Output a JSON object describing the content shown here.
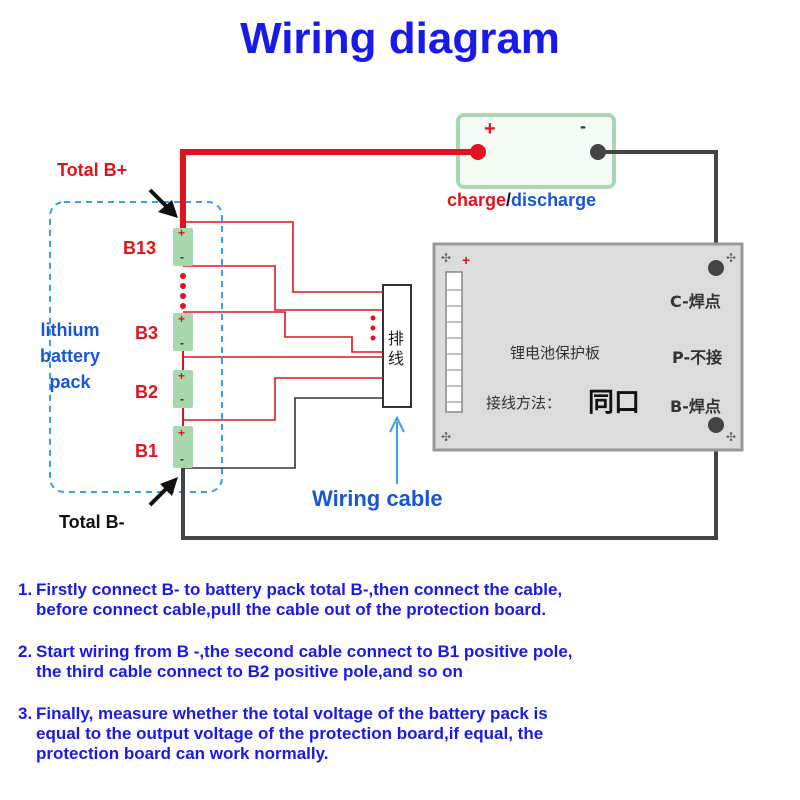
{
  "title": "Wiring diagram",
  "labels": {
    "total_b_plus": "Total B+",
    "total_b_minus": "Total B-",
    "charge": "charge",
    "slash": "/",
    "discharge": "discharge",
    "pack_line1": "lithium",
    "pack_line2": "battery",
    "pack_line3": "pack",
    "wiring_cable": "Wiring cable",
    "b13": "B13",
    "b3": "B3",
    "b2": "B2",
    "b1": "B1",
    "plus": "+",
    "minus": "-"
  },
  "connector": {
    "char1": "排",
    "char2": "线"
  },
  "board": {
    "c_pad": "C-焊点",
    "p_pad": "P-不接",
    "b_pad": "B-焊点",
    "name": "锂电池保护板",
    "method_label": "接线方法：",
    "method_value": "同口",
    "corner_plus": "+"
  },
  "steps": [
    {
      "num": "1.",
      "line1": "Firstly connect B- to battery pack total B-,then connect the cable,",
      "line2": "before connect cable,pull the cable out of the protection board."
    },
    {
      "num": "2.",
      "line1": "Start wiring from B -,the second cable connect to B1 positive pole,",
      "line2": "the third cable connect to B2 positive pole,and so on"
    },
    {
      "num": "3.",
      "line1": "Finally, measure whether the total voltage of the battery pack is",
      "line2": "equal to the output voltage of the protection board,if equal, the",
      "line3": "protection board can work normally."
    }
  ],
  "colors": {
    "title": "#1a1ae6",
    "red": "#e0141e",
    "wire_dark": "#444444",
    "load_box_border": "#a8d8b0",
    "board_border": "#999999",
    "board_fill": "#dcdcdc",
    "cell": "#a9d8ad"
  }
}
